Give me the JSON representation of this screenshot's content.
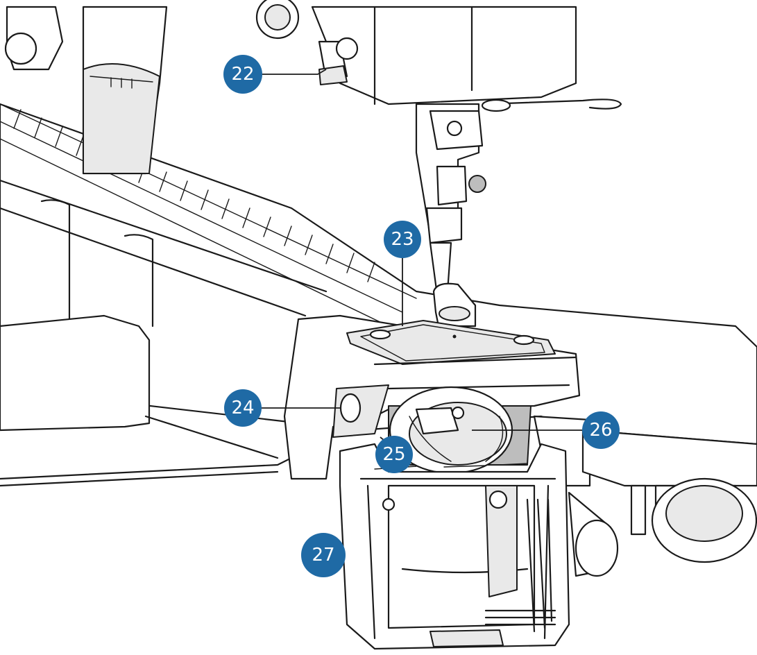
{
  "callouts": [
    {
      "id": "22",
      "label": "22"
    },
    {
      "id": "23",
      "label": "23"
    },
    {
      "id": "24",
      "label": "24"
    },
    {
      "id": "25",
      "label": "25"
    },
    {
      "id": "26",
      "label": "26"
    },
    {
      "id": "27",
      "label": "27"
    }
  ],
  "colors": {
    "callout_fill": "#1f6aa5",
    "callout_text": "#ffffff",
    "line": "#1a1a1a",
    "light_shade": "#e9e9e9"
  }
}
